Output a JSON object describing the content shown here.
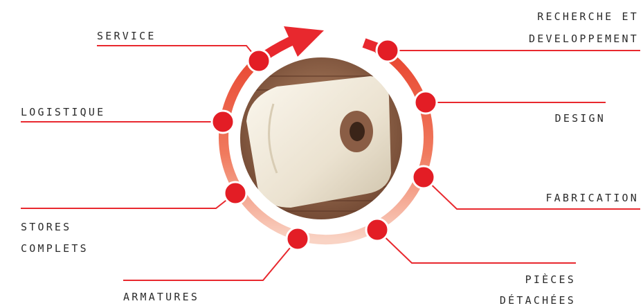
{
  "diagram": {
    "labels": {
      "service": "SERVICE",
      "logistique": "LOGISTIQUE",
      "stores_line1": "STORES",
      "stores_line2": "COMPLETS",
      "armatures": "ARMATURES",
      "recherche_line1": "RECHERCHE ET",
      "recherche_line2": "DEVELOPPEMENT",
      "design": "DESIGN",
      "fabrication": "FABRICATION",
      "pieces_line1": "PIÈCES",
      "pieces_line2": "DÉTACHÉES"
    },
    "colors": {
      "accent_red": "#e8282e",
      "ring_start": "#e84a35",
      "ring_end": "#f7c9b8",
      "node_red": "#e31d25",
      "text": "#2b2b2b"
    },
    "center_image": "motorized-awning-cassette-photo"
  }
}
